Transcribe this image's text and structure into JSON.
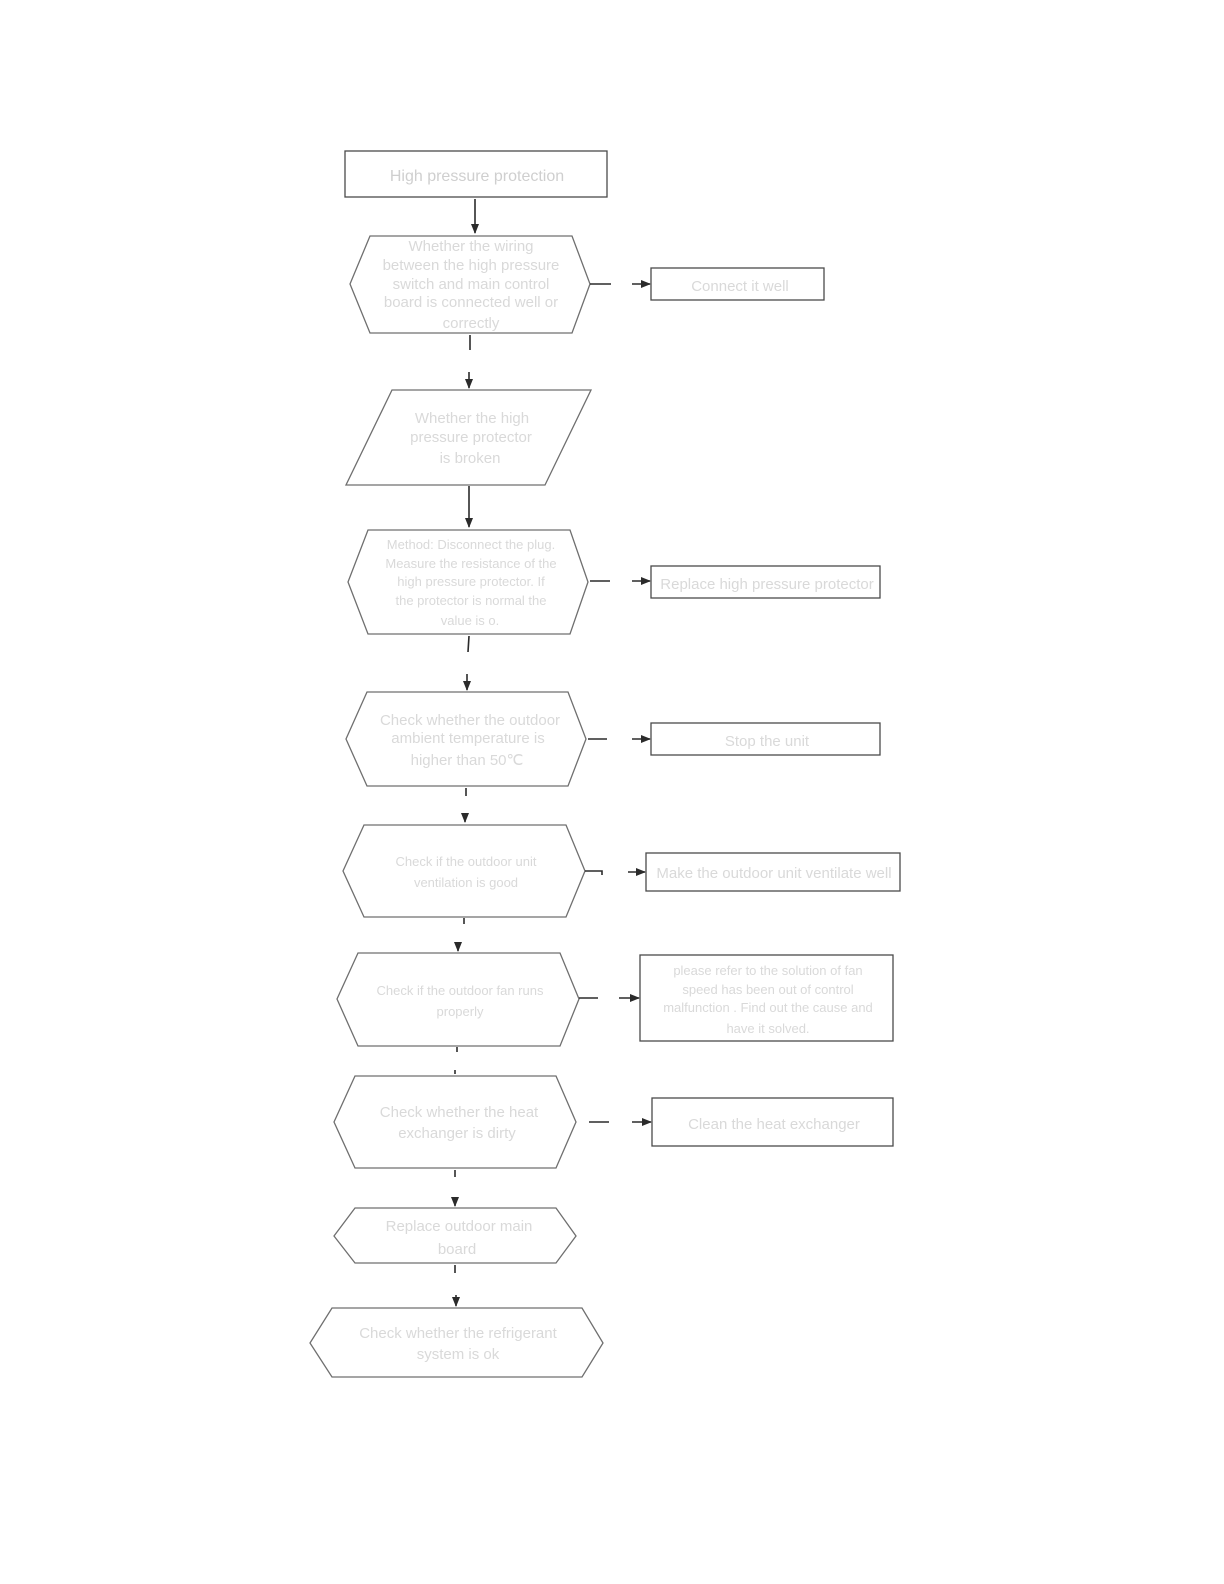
{
  "diagram": {
    "start": "High pressure protection",
    "steps": [
      {
        "id": "wiring",
        "lines": [
          "Whether the wiring",
          "between the high pressure",
          "switch and main control",
          "board is connected well or",
          "correctly"
        ]
      },
      {
        "id": "protector_broken",
        "lines": [
          "Whether the high",
          "pressure protector",
          "is broken"
        ]
      },
      {
        "id": "method",
        "lines": [
          "Method: Disconnect the plug.",
          "Measure the resistance of the",
          "high pressure protector. If",
          "the protector is normal the",
          "value is o."
        ]
      },
      {
        "id": "ambient_temp",
        "lines": [
          "Check whether the outdoor",
          "ambient temperature is",
          "higher than 50℃"
        ]
      },
      {
        "id": "ventilation",
        "lines": [
          "Check if the outdoor unit",
          "ventilation is good"
        ]
      },
      {
        "id": "fan",
        "lines": [
          "Check if the outdoor fan runs",
          "properly"
        ]
      },
      {
        "id": "heat_exchanger",
        "lines": [
          "Check whether the heat",
          "exchanger is dirty"
        ]
      },
      {
        "id": "replace_board",
        "lines": [
          "Replace outdoor main",
          "board"
        ]
      },
      {
        "id": "refrigerant",
        "lines": [
          "Check whether the refrigerant",
          "system is ok"
        ]
      }
    ],
    "actions": [
      {
        "id": "connect",
        "lines": [
          "Connect it well"
        ]
      },
      {
        "id": "replace_protector",
        "lines": [
          "Replace high pressure protector"
        ]
      },
      {
        "id": "stop_unit",
        "lines": [
          "Stop the unit"
        ]
      },
      {
        "id": "ventilate",
        "lines": [
          "Make the outdoor unit ventilate well"
        ]
      },
      {
        "id": "fan_solution",
        "lines": [
          "please refer to the solution of fan",
          "speed has been out of control",
          "malfunction . Find out the cause and",
          "have it solved."
        ]
      },
      {
        "id": "clean",
        "lines": [
          "Clean the heat exchanger"
        ]
      }
    ]
  }
}
